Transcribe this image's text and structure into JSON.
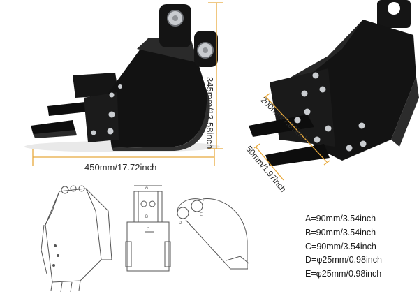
{
  "product": {
    "front_view": {
      "width_label": "450mm/17.72inch",
      "height_label": "345mm/13.58inch"
    },
    "tooth_view": {
      "length_label": "200mm/7.87inch",
      "width_label": "50mm/1.97inch"
    },
    "specs": [
      "A=90mm/3.54inch",
      "B=90mm/3.54inch",
      "C=90mm/3.54inch",
      "D=φ25mm/0.98inch",
      "E=φ25mm/0.98inch"
    ],
    "colors": {
      "accent": "#E8A93C",
      "body": "#111111",
      "bolt": "#C9CCD0"
    }
  }
}
